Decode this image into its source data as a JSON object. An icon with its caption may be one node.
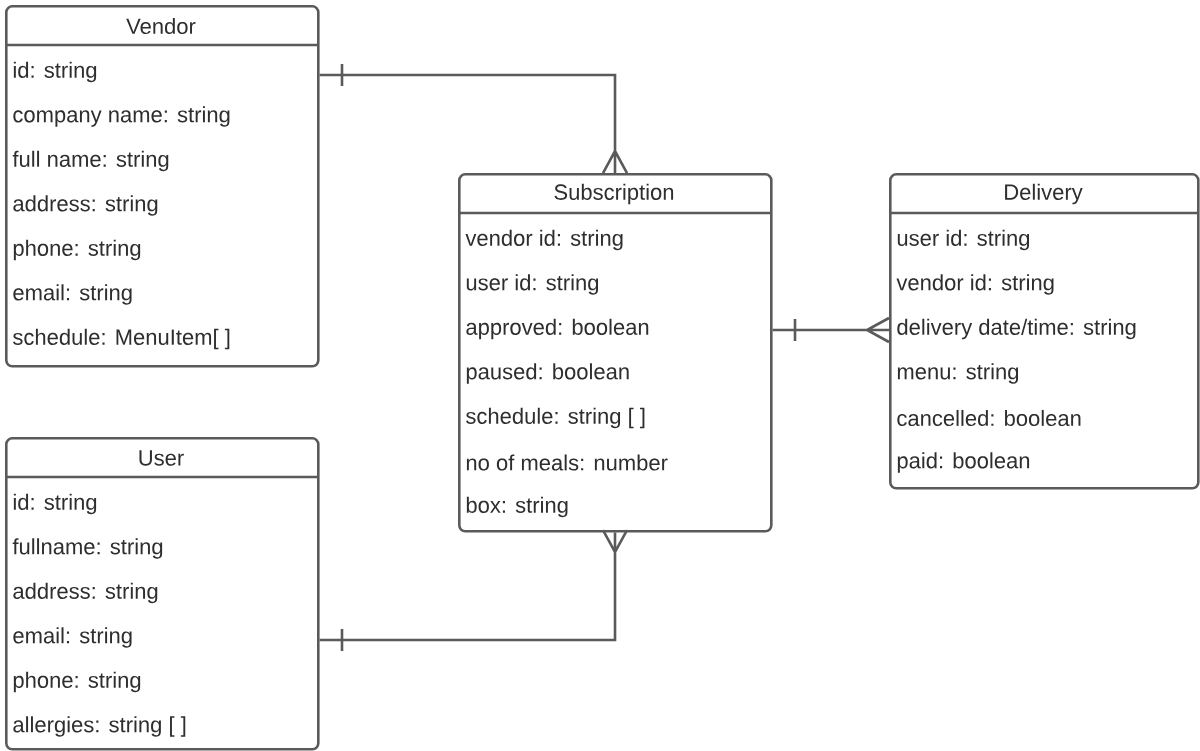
{
  "diagram": {
    "nodes": [
      {
        "text": [
          "Vendor",
          "id: string",
          "company name: string",
          "full name: string",
          "address: string",
          "phone: string",
          "email: string",
          "schedule: MenuItem[ ]"
        ]
      },
      {
        "text": [
          "Subscription",
          "vendor id: string",
          "user id: string",
          "approved: boolean",
          "paused: boolean",
          "schedule: string [ ]",
          "no of meals: number",
          "box: string"
        ]
      },
      {
        "text": [
          "Delivery",
          "user id: string",
          "vendor id: string",
          "delivery date/time: string",
          "menu: string",
          "cancelled: boolean",
          "paid: boolean"
        ]
      },
      {
        "text": [
          "User",
          "id: string",
          "fullname: string",
          "address: string",
          "email: string",
          "phone: string",
          "allergies: string [ ]"
        ]
      }
    ],
    "edges": [
      {
        "from": 0,
        "to": 1,
        "arrow": "other"
      },
      {
        "from": 3,
        "to": 1,
        "arrow": "other"
      },
      {
        "from": 1,
        "to": 2,
        "arrow": "other"
      }
    ]
  }
}
